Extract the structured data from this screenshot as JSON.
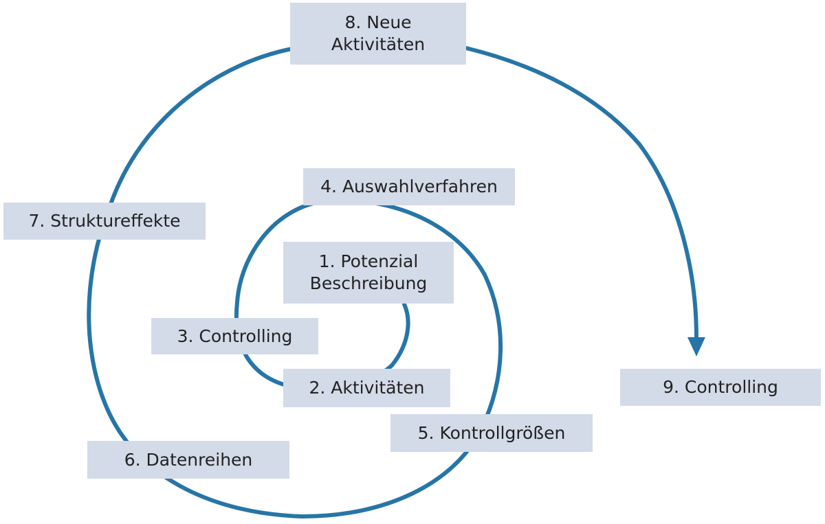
{
  "colors": {
    "spiral": "#2775a7",
    "box_fill": "#d3dae8",
    "text": "#222222",
    "background": "#ffffff"
  },
  "steps": [
    {
      "id": 1,
      "lines": [
        "1. Potenzial",
        "Beschreibung"
      ]
    },
    {
      "id": 2,
      "lines": [
        "2. Aktivitäten"
      ]
    },
    {
      "id": 3,
      "lines": [
        "3. Controlling"
      ]
    },
    {
      "id": 4,
      "lines": [
        "4. Auswahlverfahren"
      ]
    },
    {
      "id": 5,
      "lines": [
        "5. Kontrollgrößen"
      ]
    },
    {
      "id": 6,
      "lines": [
        "6. Datenreihen"
      ]
    },
    {
      "id": 7,
      "lines": [
        "7. Struktureffekte"
      ]
    },
    {
      "id": 8,
      "lines": [
        "8. Neue",
        "Aktivitäten"
      ]
    },
    {
      "id": 9,
      "lines": [
        "9. Controlling"
      ]
    }
  ],
  "arrow": {
    "target_step": 9,
    "icon": "arrowhead-down-icon"
  }
}
